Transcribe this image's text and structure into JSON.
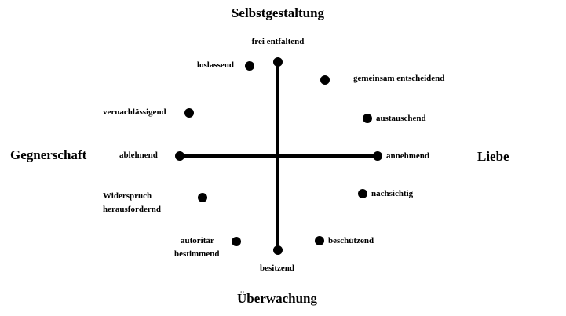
{
  "axes": {
    "top": "Selbstgestaltung",
    "bottom": "Überwachung",
    "left": "Gegnerschaft",
    "right": "Liebe"
  },
  "points": {
    "frei_entfaltend": "frei entfaltend",
    "loslassend": "loslassend",
    "gemeinsam_entscheidend": "gemeinsam entscheidend",
    "vernachlaessigend": "vernachlässigend",
    "austauschend": "austauschend",
    "ablehnend": "ablehnend",
    "annehmend": "annehmend",
    "widerspruch_line1": "Widerspruch",
    "widerspruch_line2": "herausfordernd",
    "nachsichtig": "nachsichtig",
    "autoritaer_line1": "autoritär",
    "autoritaer_line2": "bestimmend",
    "beschuetzend": "beschützend",
    "besitzend": "besitzend"
  }
}
